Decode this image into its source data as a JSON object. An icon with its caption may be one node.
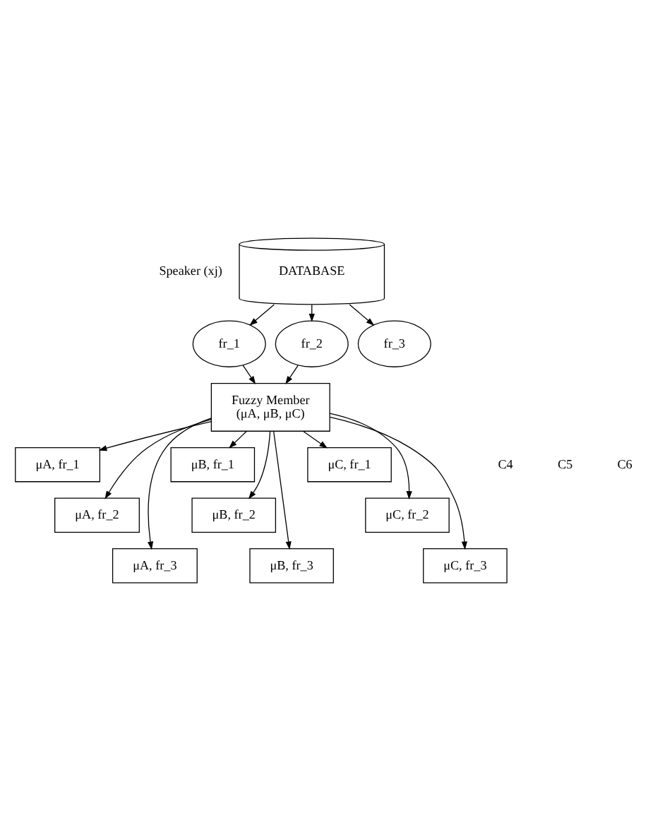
{
  "diagram": {
    "nodes": [
      {
        "text": [
          "DATABASE"
        ]
      },
      {
        "text": [
          "fr_1"
        ]
      },
      {
        "text": [
          "fr_2"
        ]
      },
      {
        "text": [
          "fr_3"
        ]
      },
      {
        "text": [
          "Fuzzy Member",
          "(μA, μB, μC)"
        ]
      },
      {
        "text": [
          "μA, fr_1"
        ]
      },
      {
        "text": [
          "μA, fr_2"
        ]
      },
      {
        "text": [
          "μA, fr_3"
        ]
      },
      {
        "text": [
          "μB, fr_1"
        ]
      },
      {
        "text": [
          "μB, fr_2"
        ]
      },
      {
        "text": [
          "μB, fr_3"
        ]
      },
      {
        "text": [
          "μC, fr_1"
        ]
      },
      {
        "text": [
          "μC, fr_2"
        ]
      },
      {
        "text": [
          "μC, fr_3"
        ]
      }
    ],
    "edges": [
      {
        "from": 0,
        "to": 1,
        "arrow": "to"
      },
      {
        "from": 0,
        "to": 2,
        "arrow": "to"
      },
      {
        "from": 0,
        "to": 3,
        "arrow": "to"
      },
      {
        "from": 1,
        "to": 4,
        "arrow": "to"
      },
      {
        "from": 2,
        "to": 4,
        "arrow": "to"
      },
      {
        "from": 4,
        "to": 5,
        "arrow": "to"
      },
      {
        "from": 4,
        "to": 6,
        "arrow": "to"
      },
      {
        "from": 4,
        "to": 7,
        "arrow": "to"
      },
      {
        "from": 4,
        "to": 8,
        "arrow": "to"
      },
      {
        "from": 4,
        "to": 9,
        "arrow": "to"
      },
      {
        "from": 4,
        "to": 10,
        "arrow": "to"
      },
      {
        "from": 4,
        "to": 11,
        "arrow": "to"
      },
      {
        "from": 4,
        "to": 12,
        "arrow": "to"
      },
      {
        "from": 4,
        "to": 13,
        "arrow": "to"
      }
    ],
    "labels": [
      "Speaker (xj)",
      "C4",
      "C5",
      "C6"
    ]
  }
}
